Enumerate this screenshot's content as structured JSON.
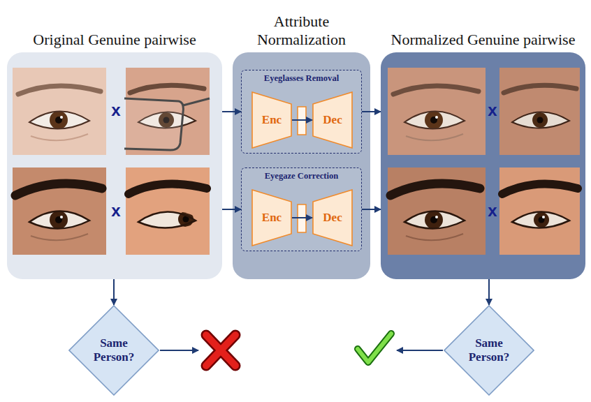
{
  "diagram": {
    "nodes": [
      {
        "text": [
          "Original Genuine pairwise"
        ]
      },
      {
        "text": [
          "Attribute Normalization"
        ]
      },
      {
        "text": [
          "Eyeglasses Removal"
        ],
        "in": 1
      },
      {
        "text": [
          "Enc"
        ],
        "in": 2
      },
      {
        "text": [
          "Dec"
        ],
        "in": 2
      },
      {
        "text": [
          "Eyegaze Correction"
        ],
        "in": 1
      },
      {
        "text": [
          "Enc"
        ],
        "in": 5
      },
      {
        "text": [
          "Dec"
        ],
        "in": 5
      },
      {
        "text": [
          "Normalized Genuine pairwise"
        ]
      },
      {
        "text": [
          "Same Person?"
        ]
      },
      {
        "text": [
          "Same Person?"
        ]
      }
    ],
    "edges": [
      {
        "from": 0,
        "to": 2,
        "arrow": "to"
      },
      {
        "from": 3,
        "to": 4,
        "arrow": "to"
      },
      {
        "from": 2,
        "to": 8,
        "arrow": "to"
      },
      {
        "from": 0,
        "to": 5,
        "arrow": "to"
      },
      {
        "from": 6,
        "to": 7,
        "arrow": "to"
      },
      {
        "from": 5,
        "to": 8,
        "arrow": "to"
      },
      {
        "from": 0,
        "to": 9,
        "arrow": "to"
      },
      {
        "from": 8,
        "to": 10,
        "arrow": "to"
      }
    ],
    "labels": [
      "x",
      "x",
      "x",
      "x"
    ]
  }
}
